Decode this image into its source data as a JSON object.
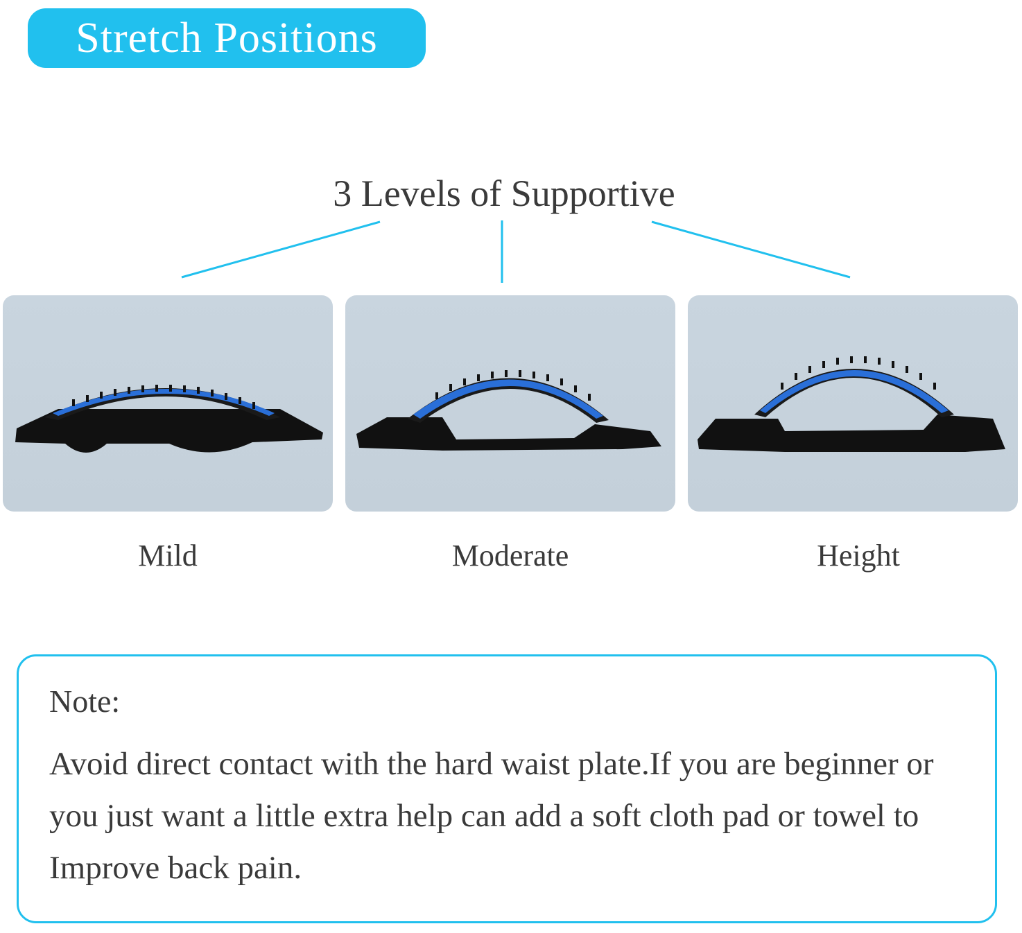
{
  "header": {
    "badge_label": "Stretch Positions"
  },
  "levels": {
    "title": "3 Levels of Supportive",
    "items": [
      {
        "label": "Mild"
      },
      {
        "label": "Moderate"
      },
      {
        "label": "Height"
      }
    ]
  },
  "note": {
    "title": "Note:",
    "text": "Avoid direct contact with the hard waist plate.If you are beginner or you just want a little extra help can add a soft cloth pad or towel to Improve back pain."
  },
  "colors": {
    "accent": "#21c0ee",
    "panel_bg": "#c6d2dc",
    "stretcher_blue": "#2a6fd8",
    "stretcher_black": "#111111"
  }
}
